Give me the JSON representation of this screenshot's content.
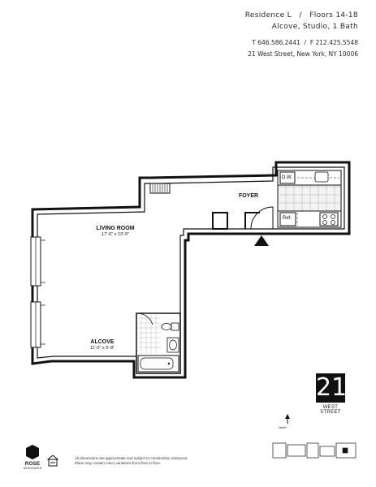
{
  "header": {
    "residence": "Residence L",
    "floors": "Floors 14-18",
    "type": "Alcove, Studio, 1 Bath",
    "phone": "T 646.586.2441",
    "fax": "F 212.425.5548",
    "address": "21 West Street, New York, NY 10006"
  },
  "rooms": {
    "living": {
      "name": "LIVING ROOM",
      "dims": "17'-6\" x 13'-9\""
    },
    "alcove": {
      "name": "ALCOVE",
      "dims": "11'-0\" x 5'-8\""
    },
    "foyer": {
      "name": "FOYER"
    },
    "dw": "D.W.",
    "ref": "Ref."
  },
  "building": {
    "number": "21",
    "name": "WEST STREET"
  },
  "north": "North",
  "logo": {
    "name": "ROSE",
    "sub": "ASSOCIATES"
  },
  "disclaimer": {
    "line1": "All dimensions are approximate and subject to construction variances.",
    "line2": "Plans may contain minor variations from floor to floor."
  },
  "colors": {
    "ink": "#111111",
    "kitchen_tile": "#f3f3f3"
  }
}
